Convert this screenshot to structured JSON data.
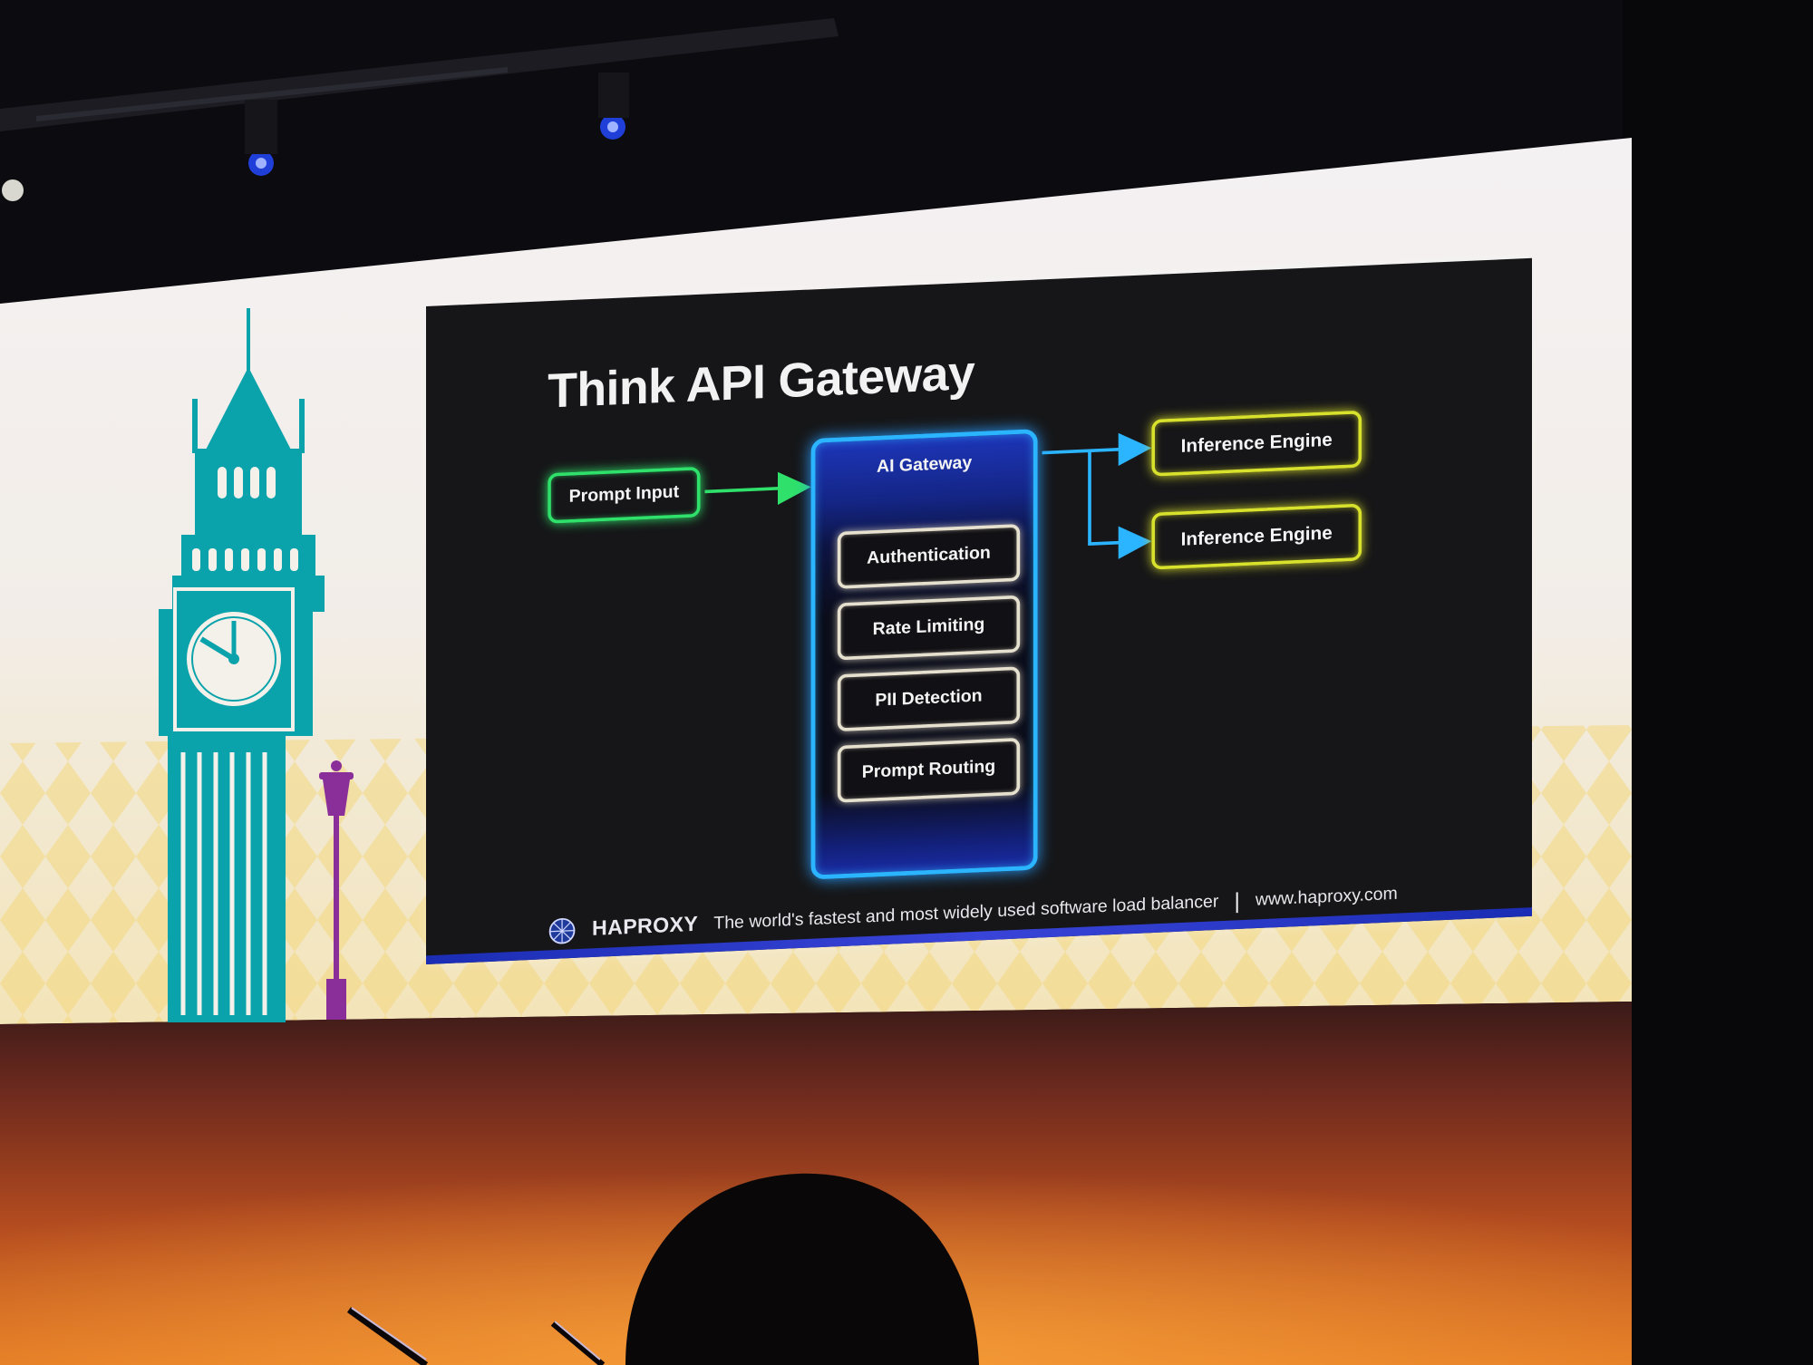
{
  "slide": {
    "title": "Think API Gateway",
    "prompt_input": "Prompt Input",
    "ai_gateway": {
      "label": "AI Gateway",
      "modules": [
        "Authentication",
        "Rate Limiting",
        "PII Detection",
        "Prompt Routing"
      ]
    },
    "inference_engines": [
      "Inference Engine",
      "Inference Engine"
    ],
    "footer": {
      "brand": "HAPROXY",
      "tagline": "The world's fastest and most widely used software load balancer",
      "divider": "|",
      "url": "www.haproxy.com"
    }
  },
  "colors": {
    "prompt_border": "#2fe06a",
    "gateway_border": "#2bb4ff",
    "engine_border": "#d8e12c",
    "module_border": "#e6e0cf",
    "clock_tower": "#0aa3ab",
    "lamp_post": "#8a2f9a",
    "stage_floor": "#d0621e"
  },
  "icons": {
    "brand_logo": "haproxy-globe-icon",
    "arrows": "arrow-right-icon"
  }
}
